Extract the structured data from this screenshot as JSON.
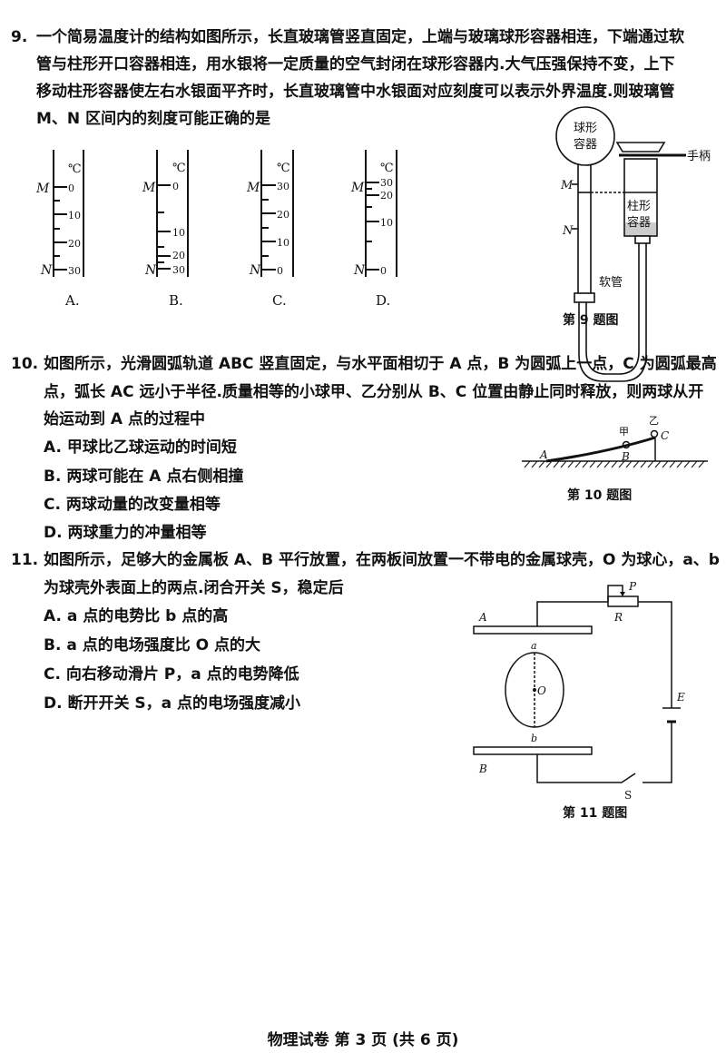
{
  "q9": {
    "number": "9.",
    "lines": [
      "一个简易温度计的结构如图所示，长直玻璃管竖直固定，上端与玻璃球形容器相连，下端通过软",
      "管与柱形开口容器相连，用水银将一定质量的空气封闭在球形容器内.大气压强保持不变，上下",
      "移动柱形容器使左右水银面平齐时，长直玻璃管中水银面对应刻度可以表示外界温度.则玻璃管",
      "M、N 区间内的刻度可能正确的是"
    ],
    "unit": "℃",
    "mark_m": "M",
    "mark_n": "N",
    "options": [
      {
        "label": "A.",
        "scale": [
          "0",
          "10",
          "20",
          "30"
        ]
      },
      {
        "label": "B.",
        "scale": [
          "0",
          "10",
          "20",
          "30"
        ]
      },
      {
        "label": "C.",
        "scale": [
          "30",
          "20",
          "10",
          "0"
        ]
      },
      {
        "label": "D.",
        "scale": [
          "30",
          "20",
          "10",
          "0"
        ]
      }
    ],
    "figure": {
      "bulb_label_1": "球形",
      "bulb_label_2": "容器",
      "cyl_label_1": "柱形",
      "cyl_label_2": "容器",
      "handle": "手柄",
      "hose": "软管",
      "caption": "第 9 题图"
    }
  },
  "q10": {
    "number": "10.",
    "lines": [
      "如图所示，光滑圆弧轨道 ABC 竖直固定，与水平面相切于 A 点，B 为圆弧上一点，C 为圆弧最高",
      "点，弧长 AC 远小于半径.质量相等的小球甲、乙分别从 B、C 位置由静止同时释放，则两球从开",
      "始运动到 A 点的过程中"
    ],
    "options": [
      "A. 甲球比乙球运动的时间短",
      "B. 两球可能在 A 点右侧相撞",
      "C. 两球动量的改变量相等",
      "D. 两球重力的冲量相等"
    ],
    "figure": {
      "a": "A",
      "b": "B",
      "c": "C",
      "ball1": "甲",
      "ball2": "乙",
      "caption": "第 10 题图"
    }
  },
  "q11": {
    "number": "11.",
    "lines": [
      "如图所示，足够大的金属板 A、B 平行放置，在两板间放置一不带电的金属球壳，O 为球心，a、b",
      "为球壳外表面上的两点.闭合开关 S，稳定后"
    ],
    "options": [
      "A. a 点的电势比 b 点的高",
      "B. a 点的电场强度比 O 点的大",
      "C. 向右移动滑片 P，a 点的电势降低",
      "D. 断开开关 S，a 点的电场强度减小"
    ],
    "figure": {
      "plate_a": "A",
      "plate_b": "B",
      "p": "P",
      "r": "R",
      "e": "E",
      "s": "S",
      "o": "O",
      "pa": "a",
      "pb": "b",
      "caption": "第 11 题图"
    }
  },
  "footer": "物理试卷  第 3 页 (共 6 页)"
}
